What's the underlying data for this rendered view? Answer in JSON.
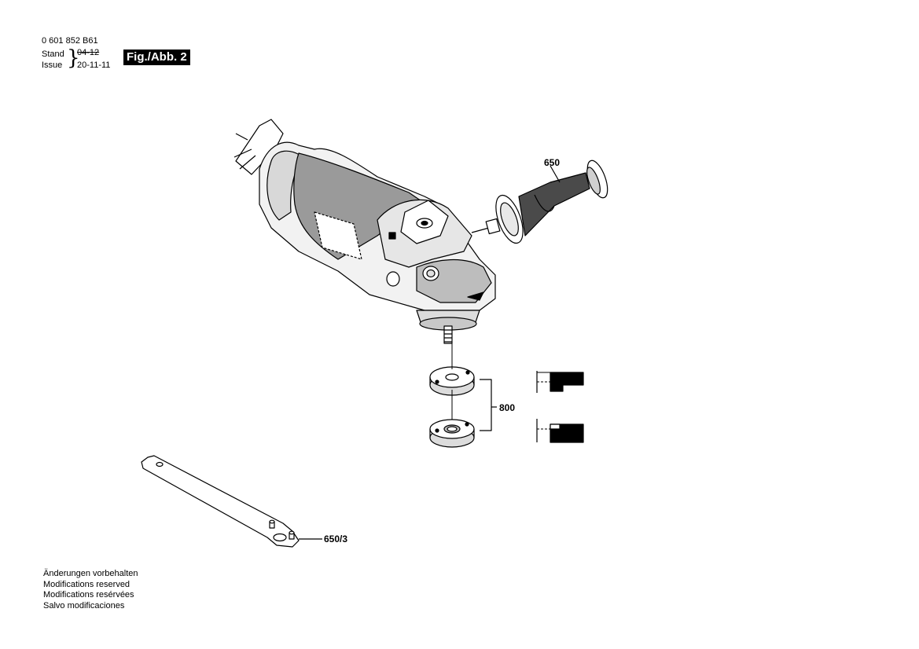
{
  "header": {
    "doc_number": "0 601 852 B61",
    "stand_label": "Stand",
    "issue_label": "Issue",
    "stand_value_struck": "04-12",
    "issue_date": "20-11-11",
    "figure_label": "Fig./Abb. 2"
  },
  "parts": {
    "handle": "650",
    "flanges": "800",
    "spanner": "650/3"
  },
  "footer": {
    "lines": [
      "Änderungen vorbehalten",
      "Modifications reserved",
      "Modifications resérvées",
      "Salvo modificaciones"
    ]
  }
}
